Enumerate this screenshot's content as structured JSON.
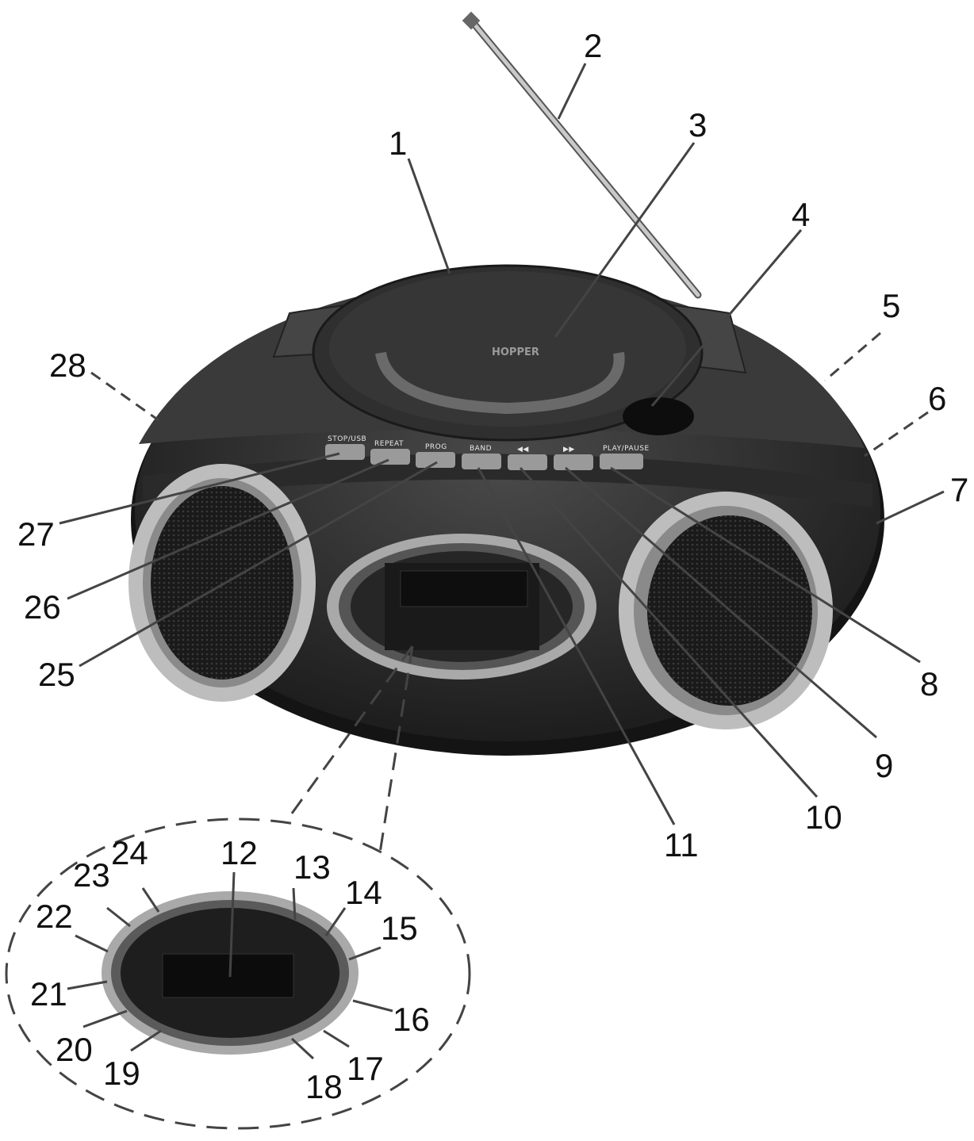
{
  "callouts": [
    "1",
    "2",
    "3",
    "4",
    "5",
    "6",
    "7",
    "8",
    "9",
    "10",
    "11",
    "12",
    "13",
    "14",
    "15",
    "16",
    "17",
    "18",
    "19",
    "20",
    "21",
    "22",
    "23",
    "24",
    "25",
    "26",
    "27",
    "28"
  ],
  "top_buttons": [
    "STOP/USB",
    "REPEAT",
    "PROG",
    "BAND",
    "◀◀",
    "▶▶",
    "PLAY/PAUSE"
  ],
  "logo_text": "HOPPER",
  "colors": {
    "body": "#2b2b2b",
    "trim": "#a9a9a9",
    "line": "#444444"
  }
}
